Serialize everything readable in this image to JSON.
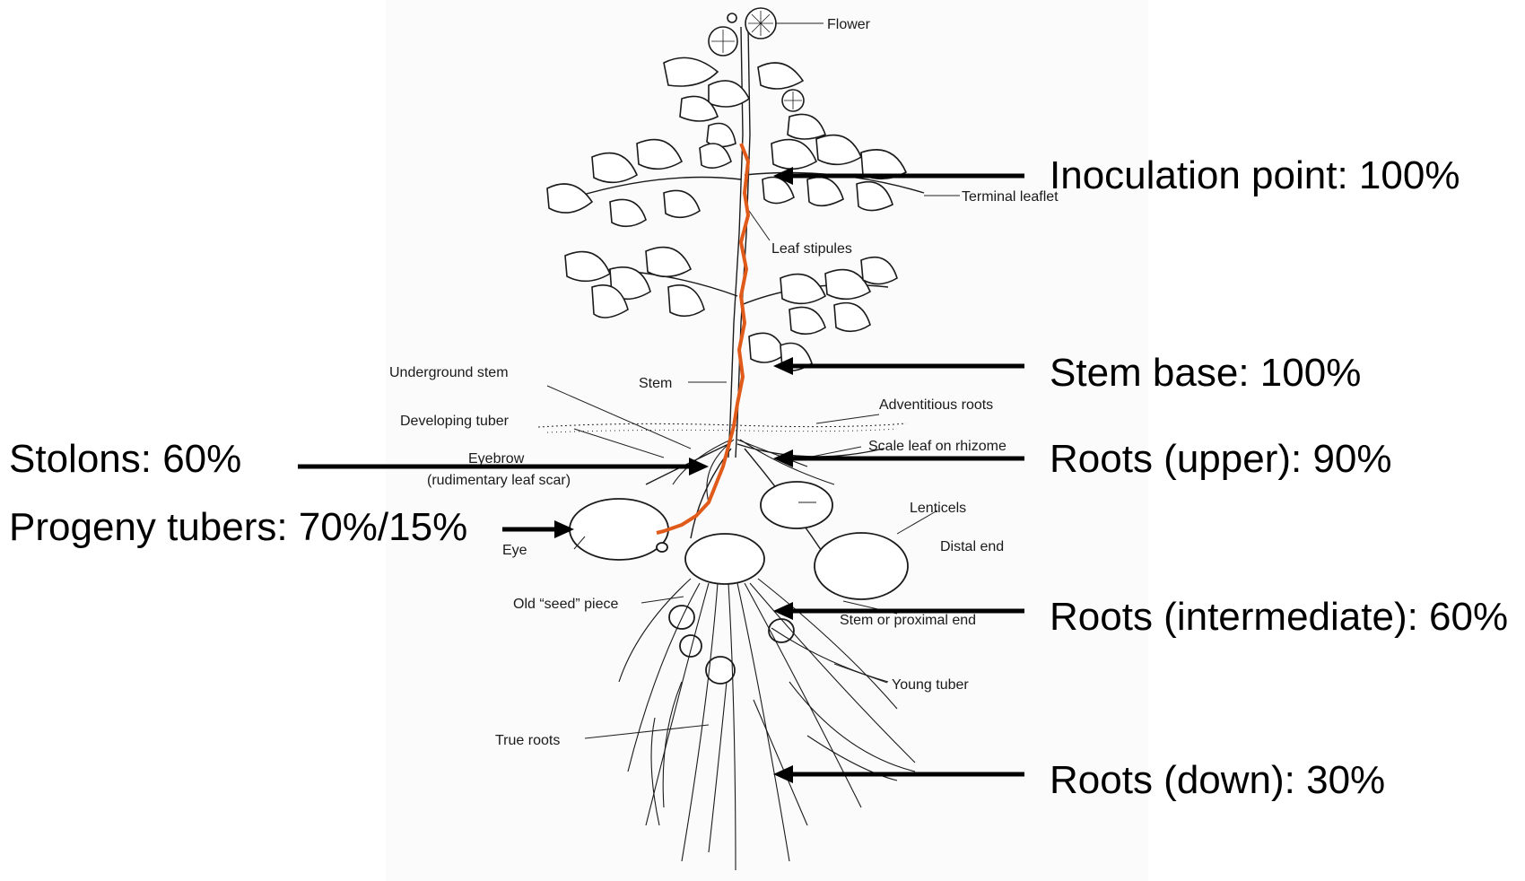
{
  "diagram": {
    "plant_labels": {
      "flower": "Flower",
      "terminal_leaflet": "Terminal leaflet",
      "leaf_stipules": "Leaf stipules",
      "underground_stem": "Underground stem",
      "stem": "Stem",
      "adventitious_roots": "Adventitious roots",
      "developing_tuber": "Developing tuber",
      "scale_leaf": "Scale leaf on rhizome",
      "eyebrow": "Eyebrow",
      "rudimentary": "(rudimentary leaf scar)",
      "lenticels": "Lenticels",
      "distal_end": "Distal end",
      "eye": "Eye",
      "old_seed": "Old “seed” piece",
      "stem_proximal": "Stem or proximal end",
      "young_tuber": "Young tuber",
      "true_roots": "True roots"
    },
    "annotations": {
      "inoculation": "Inoculation point: 100%",
      "stem_base": "Stem base: 100%",
      "roots_upper": "Roots (upper): 90%",
      "stolons": "Stolons: 60%",
      "progeny": "Progeny tubers: 70%/15%",
      "roots_intermediate": "Roots (intermediate): 60%",
      "roots_down": "Roots (down): 30%"
    },
    "colors": {
      "pathway_line": "#e05a1a",
      "arrows": "#000000"
    }
  }
}
